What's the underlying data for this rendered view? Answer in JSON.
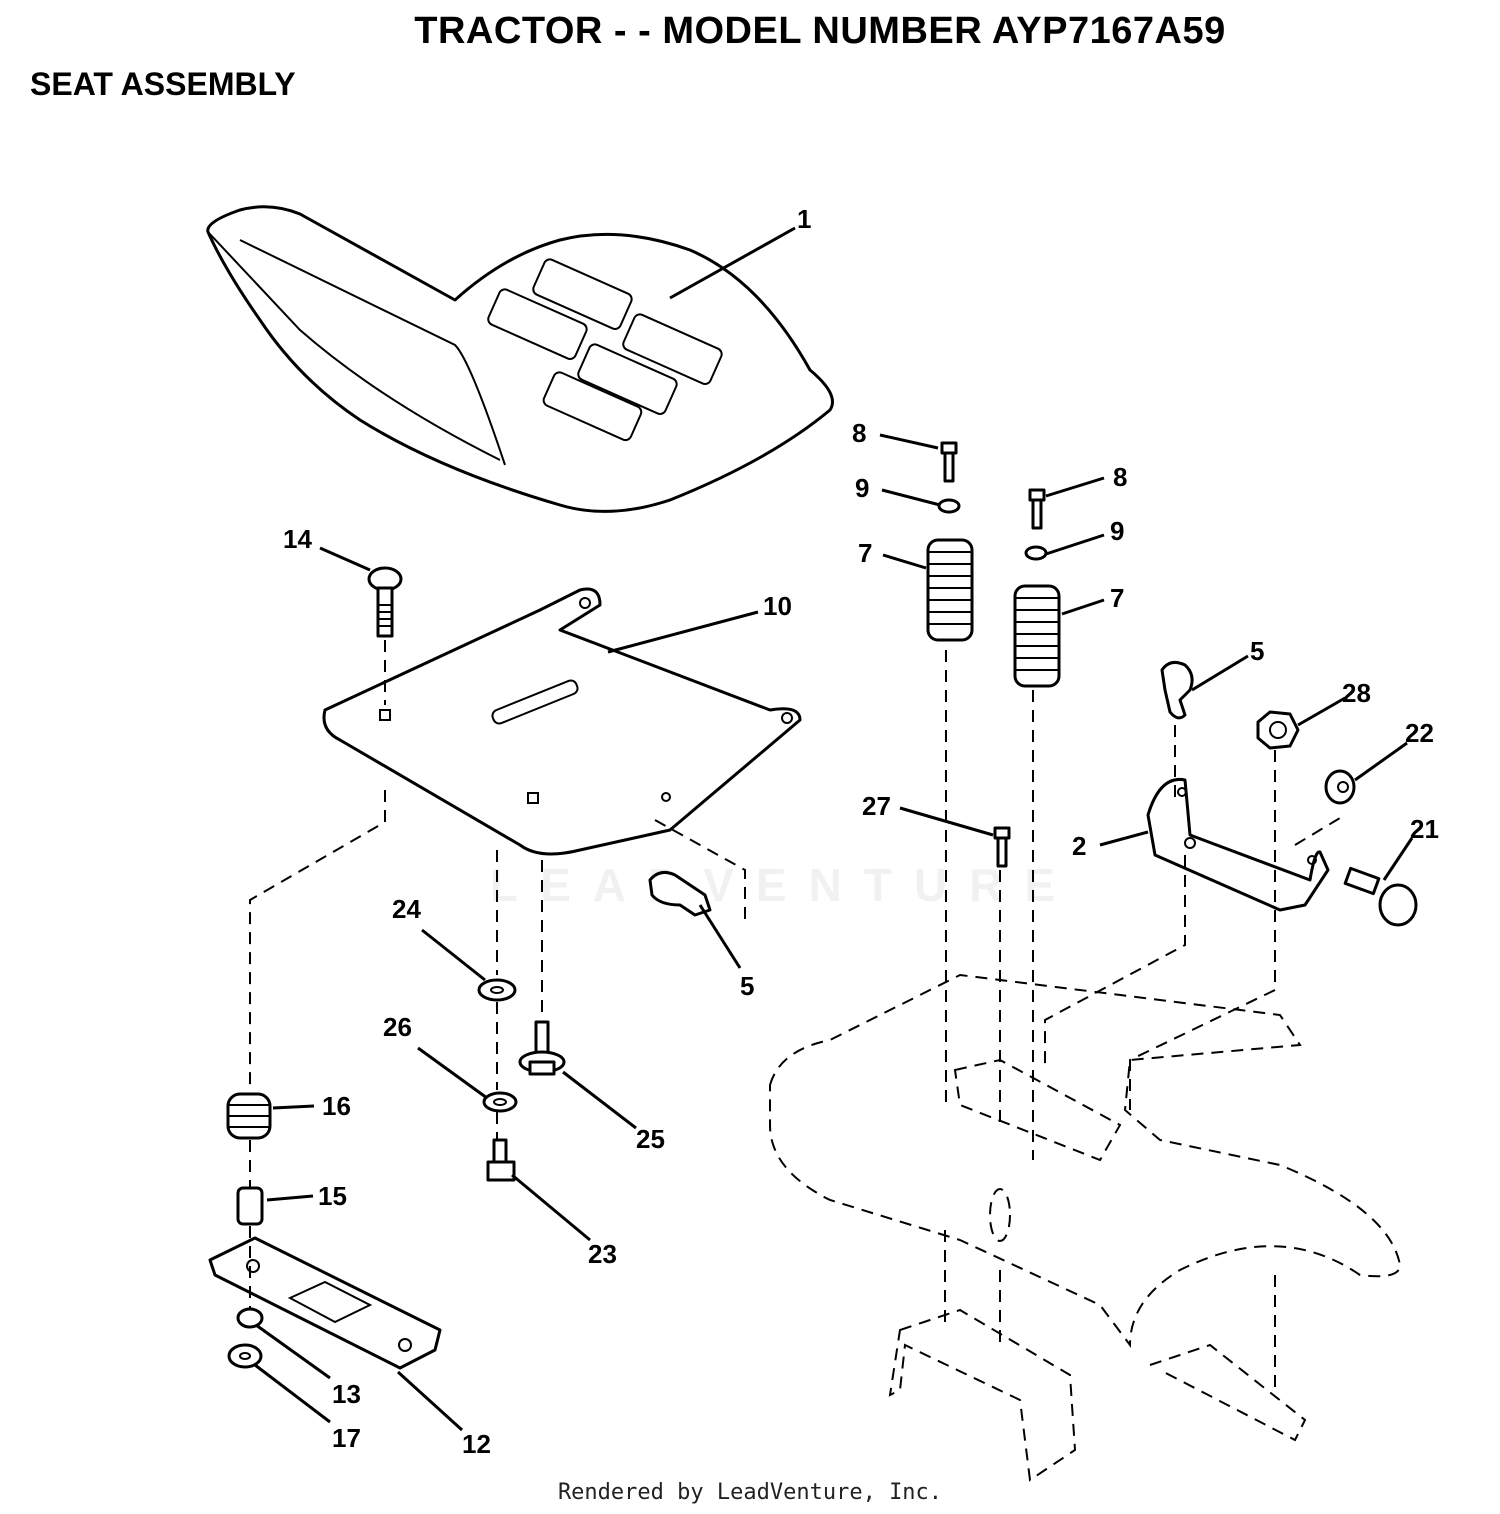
{
  "header": {
    "title": "TRACTOR - - MODEL NUMBER AYP7167A59",
    "section": "SEAT ASSEMBLY"
  },
  "footer": {
    "text": "Rendered by LeadVenture, Inc."
  },
  "watermark": {
    "text": "LEADVENTURE"
  },
  "callouts": {
    "c1": "1",
    "c8a": "8",
    "c8b": "8",
    "c9a": "9",
    "c9b": "9",
    "c7a": "7",
    "c7b": "7",
    "c14": "14",
    "c10": "10",
    "c5a": "5",
    "c5b": "5",
    "c28": "28",
    "c22": "22",
    "c21": "21",
    "c2": "2",
    "c27": "27",
    "c24": "24",
    "c26": "26",
    "c25": "25",
    "c16": "16",
    "c15": "15",
    "c23": "23",
    "c13": "13",
    "c17": "17",
    "c12": "12"
  }
}
